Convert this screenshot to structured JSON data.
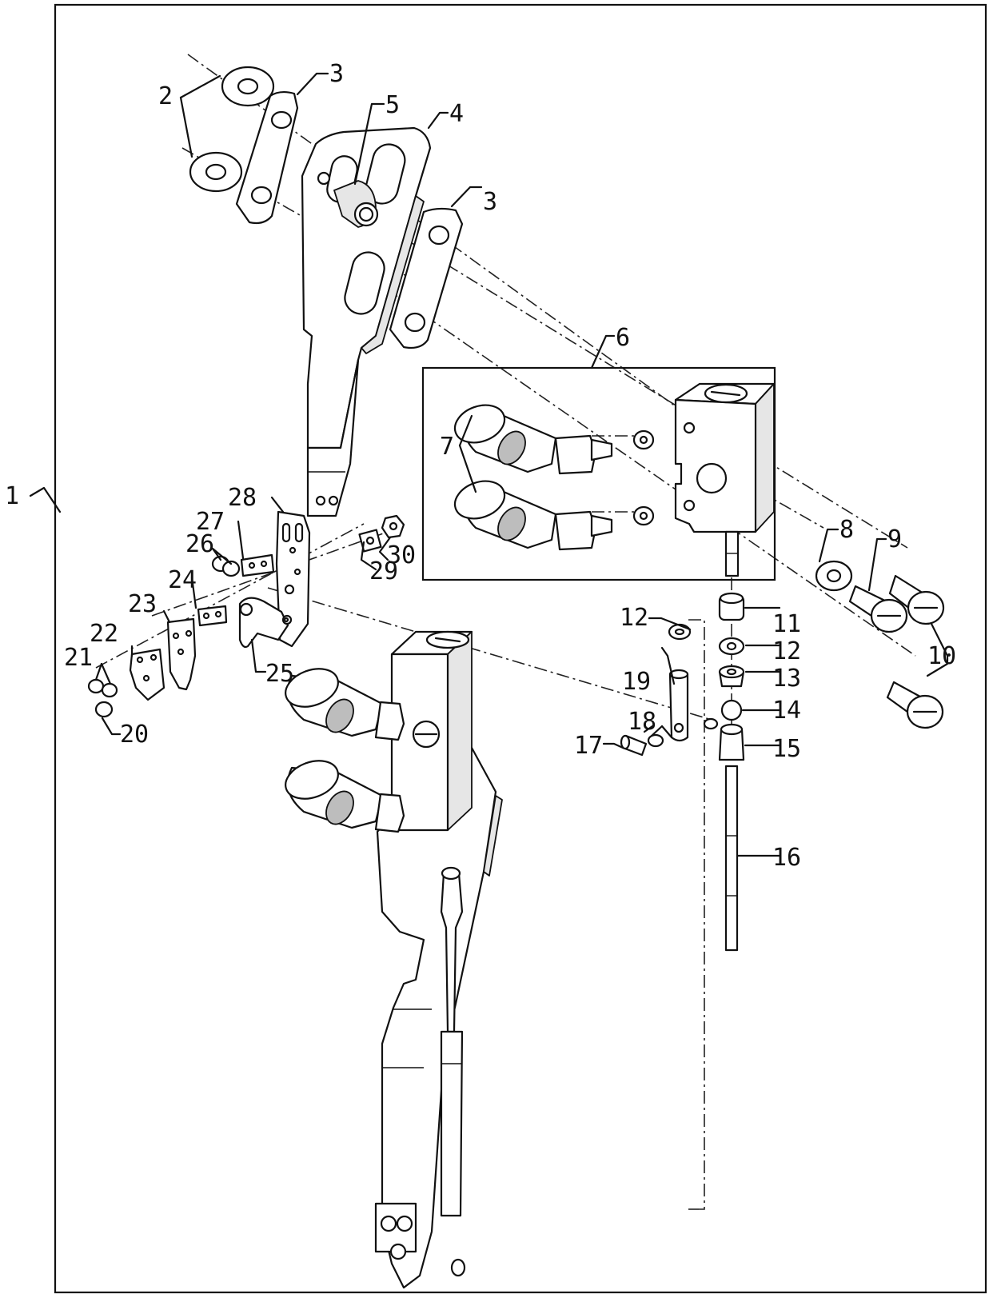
{
  "diagram": {
    "callouts": [
      {
        "id": "c1",
        "text": "1"
      },
      {
        "id": "c2",
        "text": "2"
      },
      {
        "id": "c3a",
        "text": "3"
      },
      {
        "id": "c3b",
        "text": "3"
      },
      {
        "id": "c4",
        "text": "4"
      },
      {
        "id": "c5",
        "text": "5"
      },
      {
        "id": "c6",
        "text": "6"
      },
      {
        "id": "c7",
        "text": "7"
      },
      {
        "id": "c8",
        "text": "8"
      },
      {
        "id": "c9",
        "text": "9"
      },
      {
        "id": "c10",
        "text": "10"
      },
      {
        "id": "c11",
        "text": "11"
      },
      {
        "id": "c12a",
        "text": "12"
      },
      {
        "id": "c12b",
        "text": "12"
      },
      {
        "id": "c13",
        "text": "13"
      },
      {
        "id": "c14",
        "text": "14"
      },
      {
        "id": "c15",
        "text": "15"
      },
      {
        "id": "c16",
        "text": "16"
      },
      {
        "id": "c17",
        "text": "17"
      },
      {
        "id": "c18",
        "text": "18"
      },
      {
        "id": "c19",
        "text": "19"
      },
      {
        "id": "c20",
        "text": "20"
      },
      {
        "id": "c21",
        "text": "21"
      },
      {
        "id": "c22",
        "text": "22"
      },
      {
        "id": "c23",
        "text": "23"
      },
      {
        "id": "c24",
        "text": "24"
      },
      {
        "id": "c25",
        "text": "25"
      },
      {
        "id": "c26",
        "text": "26"
      },
      {
        "id": "c27",
        "text": "27"
      },
      {
        "id": "c28",
        "text": "28"
      },
      {
        "id": "c29",
        "text": "29"
      },
      {
        "id": "c30",
        "text": "30"
      }
    ]
  }
}
